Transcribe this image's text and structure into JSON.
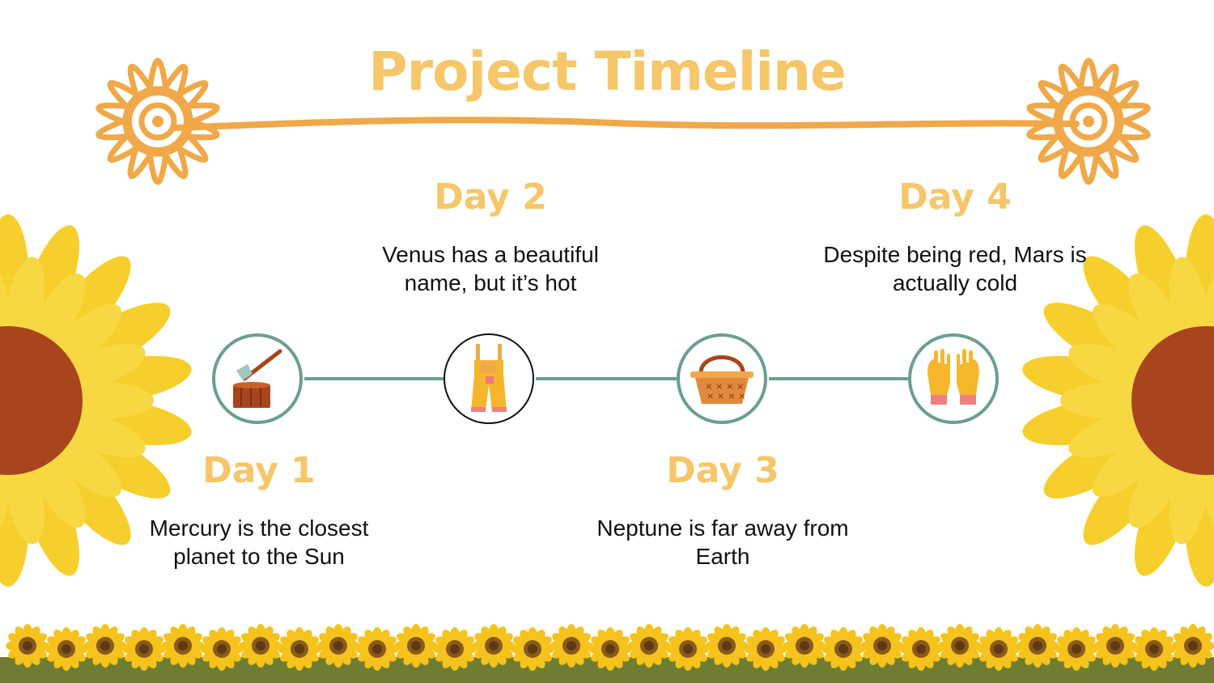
{
  "title": "Project Timeline",
  "colors": {
    "accent_orange": "#f0a848",
    "heading_orange": "#f6c66a",
    "timeline_teal": "#6a9e92",
    "petal_yellow": "#f6cf2c",
    "flower_center": "#a8451c",
    "foliage_green": "#6f7d32"
  },
  "milestones": [
    {
      "heading": "Day 1",
      "text": "Mercury is the closest planet to the Sun",
      "icon": "axe-stump-icon"
    },
    {
      "heading": "Day 2",
      "text": "Venus has a beautiful name, but it’s hot",
      "icon": "overalls-icon"
    },
    {
      "heading": "Day 3",
      "text": "Neptune is far away from Earth",
      "icon": "basket-icon"
    },
    {
      "heading": "Day 4",
      "text": "Despite being red, Mars is actually cold",
      "icon": "gloves-icon"
    }
  ]
}
